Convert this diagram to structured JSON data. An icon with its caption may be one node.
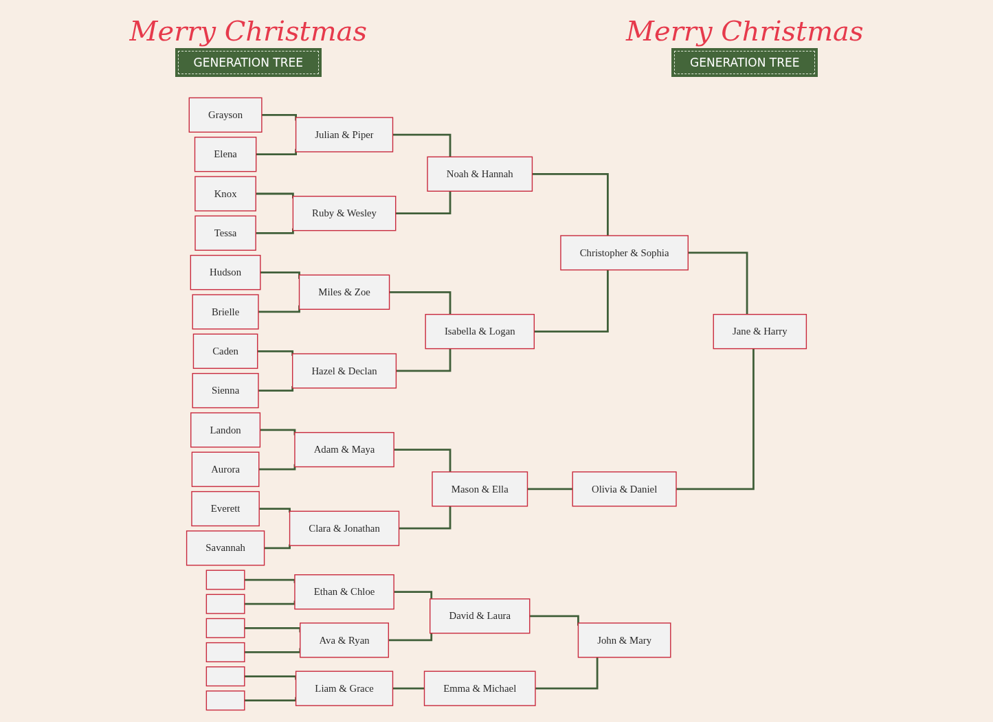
{
  "diagram": {
    "nodes": [
      {
        "text": [
          "Grayson"
        ]
      },
      {
        "text": [
          "Julian & Piper"
        ]
      },
      {
        "text": [
          "Elena"
        ]
      },
      {
        "text": [
          "Noah & Hannah"
        ]
      },
      {
        "text": [
          "Knox"
        ]
      },
      {
        "text": [
          "Ruby & Wesley"
        ]
      },
      {
        "text": [
          "Tessa"
        ]
      },
      {
        "text": [
          "Christopher & Sophia"
        ]
      },
      {
        "text": [
          "Hudson"
        ]
      },
      {
        "text": [
          "Miles & Zoe"
        ]
      },
      {
        "text": [
          "Brielle"
        ]
      },
      {
        "text": [
          "Isabella & Logan"
        ]
      },
      {
        "text": [
          "Caden"
        ]
      },
      {
        "text": [
          "Hazel & Declan"
        ]
      },
      {
        "text": [
          "Sienna"
        ]
      },
      {
        "text": [
          "Jane & Harry"
        ]
      },
      {
        "text": [
          "Landon"
        ]
      },
      {
        "text": [
          "Adam & Maya"
        ]
      },
      {
        "text": [
          "Aurora"
        ]
      },
      {
        "text": [
          "Mason & Ella"
        ]
      },
      {
        "text": [
          "Everett"
        ]
      },
      {
        "text": [
          "Clara & Jonathan"
        ]
      },
      {
        "text": [
          "Savannah"
        ]
      },
      {
        "text": [
          "Olivia & Daniel"
        ]
      },
      {
        "text": [],
        "shape": "box"
      },
      {
        "text": [
          "Ethan & Chloe"
        ]
      },
      {
        "text": [],
        "shape": "box"
      },
      {
        "text": [
          "David & Laura"
        ]
      },
      {
        "text": [],
        "shape": "box"
      },
      {
        "text": [
          "Ava & Ryan"
        ]
      },
      {
        "text": [],
        "shape": "box"
      },
      {
        "text": [
          "John & Mary"
        ]
      },
      {
        "text": [],
        "shape": "box"
      },
      {
        "text": [
          "Liam & Grace"
        ]
      },
      {
        "text": [],
        "shape": "box"
      },
      {
        "text": [
          "Emma & Michael"
        ]
      }
    ],
    "edges": [
      {
        "from": 0,
        "to": 1,
        "arrow": "none"
      },
      {
        "from": 2,
        "to": 1,
        "arrow": "none"
      },
      {
        "from": 4,
        "to": 5,
        "arrow": "none"
      },
      {
        "from": 6,
        "to": 5,
        "arrow": "none"
      },
      {
        "from": 1,
        "to": 3,
        "arrow": "none"
      },
      {
        "from": 5,
        "to": 3,
        "arrow": "none"
      },
      {
        "from": 8,
        "to": 9,
        "arrow": "none"
      },
      {
        "from": 10,
        "to": 9,
        "arrow": "none"
      },
      {
        "from": 12,
        "to": 13,
        "arrow": "none"
      },
      {
        "from": 14,
        "to": 13,
        "arrow": "none"
      },
      {
        "from": 9,
        "to": 11,
        "arrow": "none"
      },
      {
        "from": 13,
        "to": 11,
        "arrow": "none"
      },
      {
        "from": 3,
        "to": 7,
        "arrow": "none"
      },
      {
        "from": 11,
        "to": 7,
        "arrow": "none"
      },
      {
        "from": 7,
        "to": 15,
        "arrow": "none"
      },
      {
        "from": 16,
        "to": 17,
        "arrow": "none"
      },
      {
        "from": 18,
        "to": 17,
        "arrow": "none"
      },
      {
        "from": 20,
        "to": 21,
        "arrow": "none"
      },
      {
        "from": 22,
        "to": 21,
        "arrow": "none"
      },
      {
        "from": 17,
        "to": 19,
        "arrow": "none"
      },
      {
        "from": 21,
        "to": 19,
        "arrow": "none"
      },
      {
        "from": 19,
        "to": 23,
        "arrow": "none"
      },
      {
        "from": 23,
        "to": 15,
        "arrow": "none"
      },
      {
        "from": 24,
        "to": 25,
        "arrow": "none"
      },
      {
        "from": 26,
        "to": 25,
        "arrow": "none"
      },
      {
        "from": 28,
        "to": 29,
        "arrow": "none"
      },
      {
        "from": 30,
        "to": 29,
        "arrow": "none"
      },
      {
        "from": 25,
        "to": 27,
        "arrow": "none"
      },
      {
        "from": 29,
        "to": 27,
        "arrow": "none"
      },
      {
        "from": 27,
        "to": 31,
        "arrow": "none"
      },
      {
        "from": 32,
        "to": 33,
        "arrow": "none"
      },
      {
        "from": 34,
        "to": 33,
        "arrow": "none"
      },
      {
        "from": 33,
        "to": 35,
        "arrow": "none"
      },
      {
        "from": 35,
        "to": 31,
        "arrow": "none"
      }
    ],
    "labels": [
      "Merry Christmas",
      "GENERATION TREE",
      "Merry Christmas",
      "GENERATION TREE"
    ]
  }
}
